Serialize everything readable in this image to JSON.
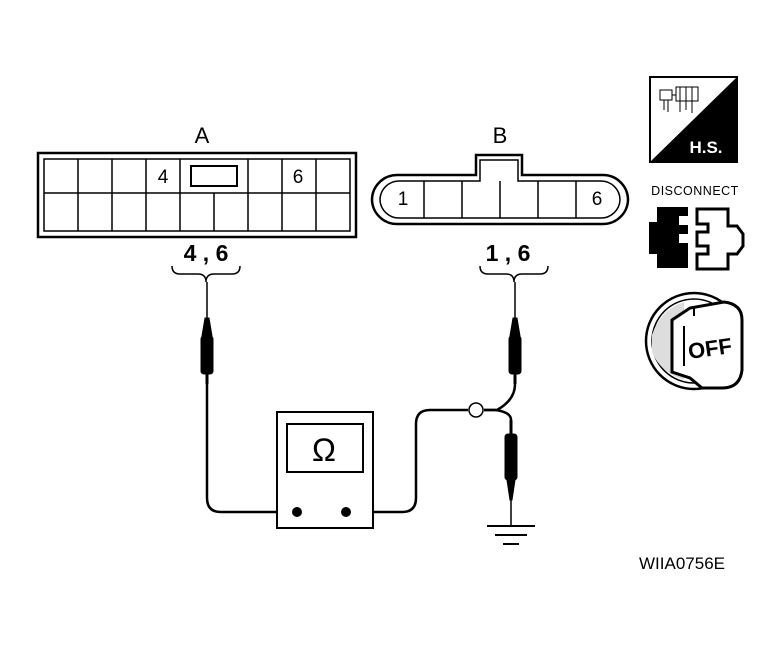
{
  "connector_a": {
    "label": "A",
    "pins": [
      "4",
      "6"
    ],
    "probe_pins": "4 , 6"
  },
  "connector_b": {
    "label": "B",
    "pins": [
      "1",
      "6"
    ],
    "probe_pins": "1 , 6"
  },
  "meter": {
    "symbol": "Ω"
  },
  "icons": {
    "hs": {
      "text": "H.S."
    },
    "disconnect": {
      "text": "DISCONNECT"
    },
    "ignition": {
      "text": "OFF"
    }
  },
  "figure_code": "WIIA0756E"
}
